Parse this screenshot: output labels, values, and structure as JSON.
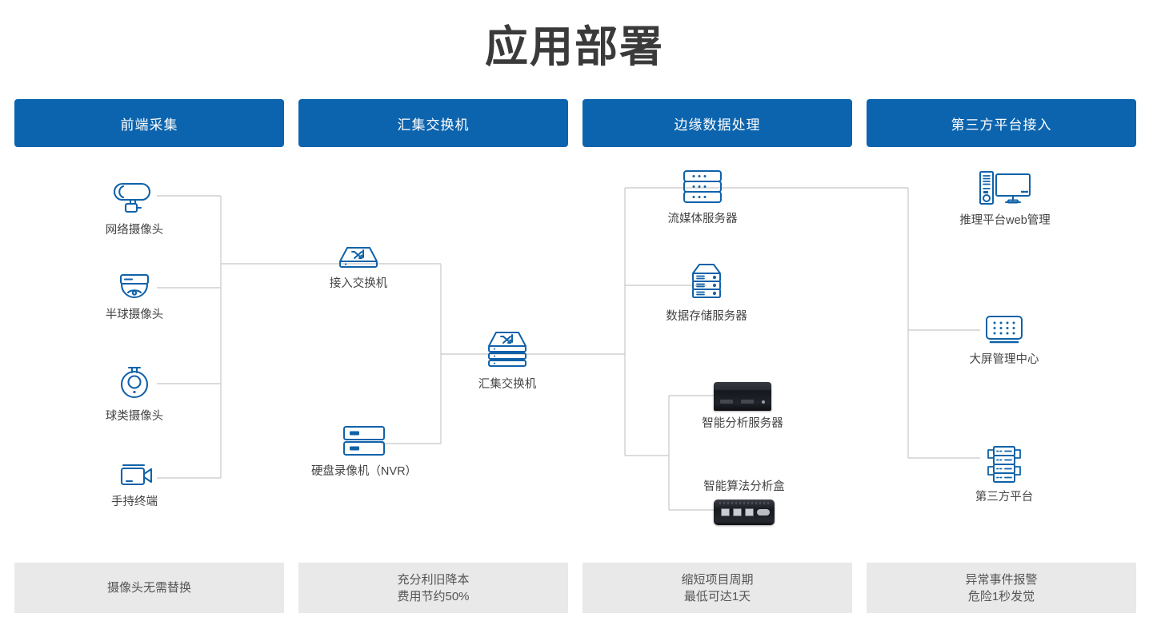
{
  "page": {
    "title": "应用部署"
  },
  "columns": [
    {
      "header": "前端采集",
      "footer_lines": [
        "摄像头无需替换"
      ]
    },
    {
      "header": "汇集交换机",
      "footer_lines": [
        "充分利旧降本",
        "费用节约50%"
      ]
    },
    {
      "header": "边缘数据处理",
      "footer_lines": [
        "缩短项目周期",
        "最低可达1天"
      ]
    },
    {
      "header": "第三方平台接入",
      "footer_lines": [
        "异常事件报警",
        "危险1秒发觉"
      ]
    }
  ],
  "nodes": {
    "ipcam": "网络摄像头",
    "domecam": "半球摄像头",
    "ptzcam": "球类摄像头",
    "handheld": "手持终端",
    "access_switch": "接入交换机",
    "nvr": "硬盘录像机（NVR）",
    "agg_switch": "汇集交换机",
    "stream_server": "流媒体服务器",
    "storage_server": "数据存储服务器",
    "ai_server": "智能分析服务器",
    "ai_box": "智能算法分析盒",
    "web_admin": "推理平台web管理",
    "videowall": "大屏管理中心",
    "third_party": "第三方平台"
  },
  "colors": {
    "header_bg": "#0c64ae",
    "footer_bg": "#e9e9e9",
    "icon_stroke": "#1062a8",
    "wire": "#c8c8c8",
    "title": "#3a3a3a"
  }
}
